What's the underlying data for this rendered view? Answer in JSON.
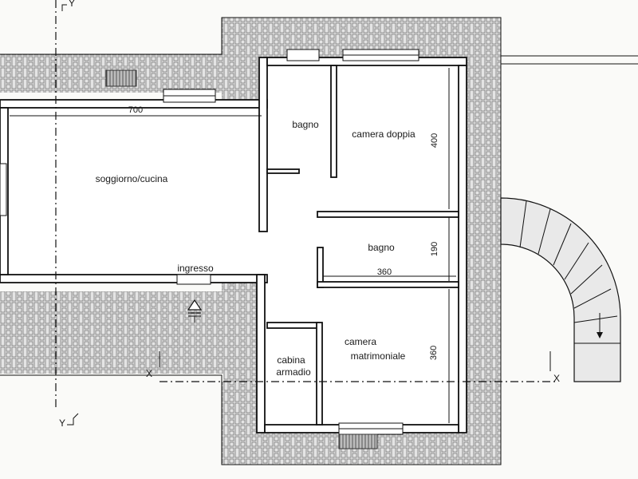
{
  "rooms": {
    "soggiorno": "soggiorno/cucina",
    "bagno_top": "bagno",
    "camera_doppia": "camera doppia",
    "bagno_mid": "bagno",
    "ingresso": "ingresso",
    "cabina_line1": "cabina",
    "cabina_line2": "armadio",
    "camera_matr_line1": "camera",
    "camera_matr_line2": "matrimoniale"
  },
  "dimensions": {
    "soggiorno_width": "700",
    "camera_doppia_height": "400",
    "bagno_height": "190",
    "bagno_width": "360",
    "camera_matr_height": "360"
  },
  "section_markers": {
    "y_top": "Y",
    "y_bottom": "Y",
    "x_left": "X",
    "x_right": "X"
  },
  "colors": {
    "paving_bg": "#e6e6e6",
    "paving_stroke": "#7a7a7a",
    "line": "#111111",
    "floor": "#ffffff"
  }
}
